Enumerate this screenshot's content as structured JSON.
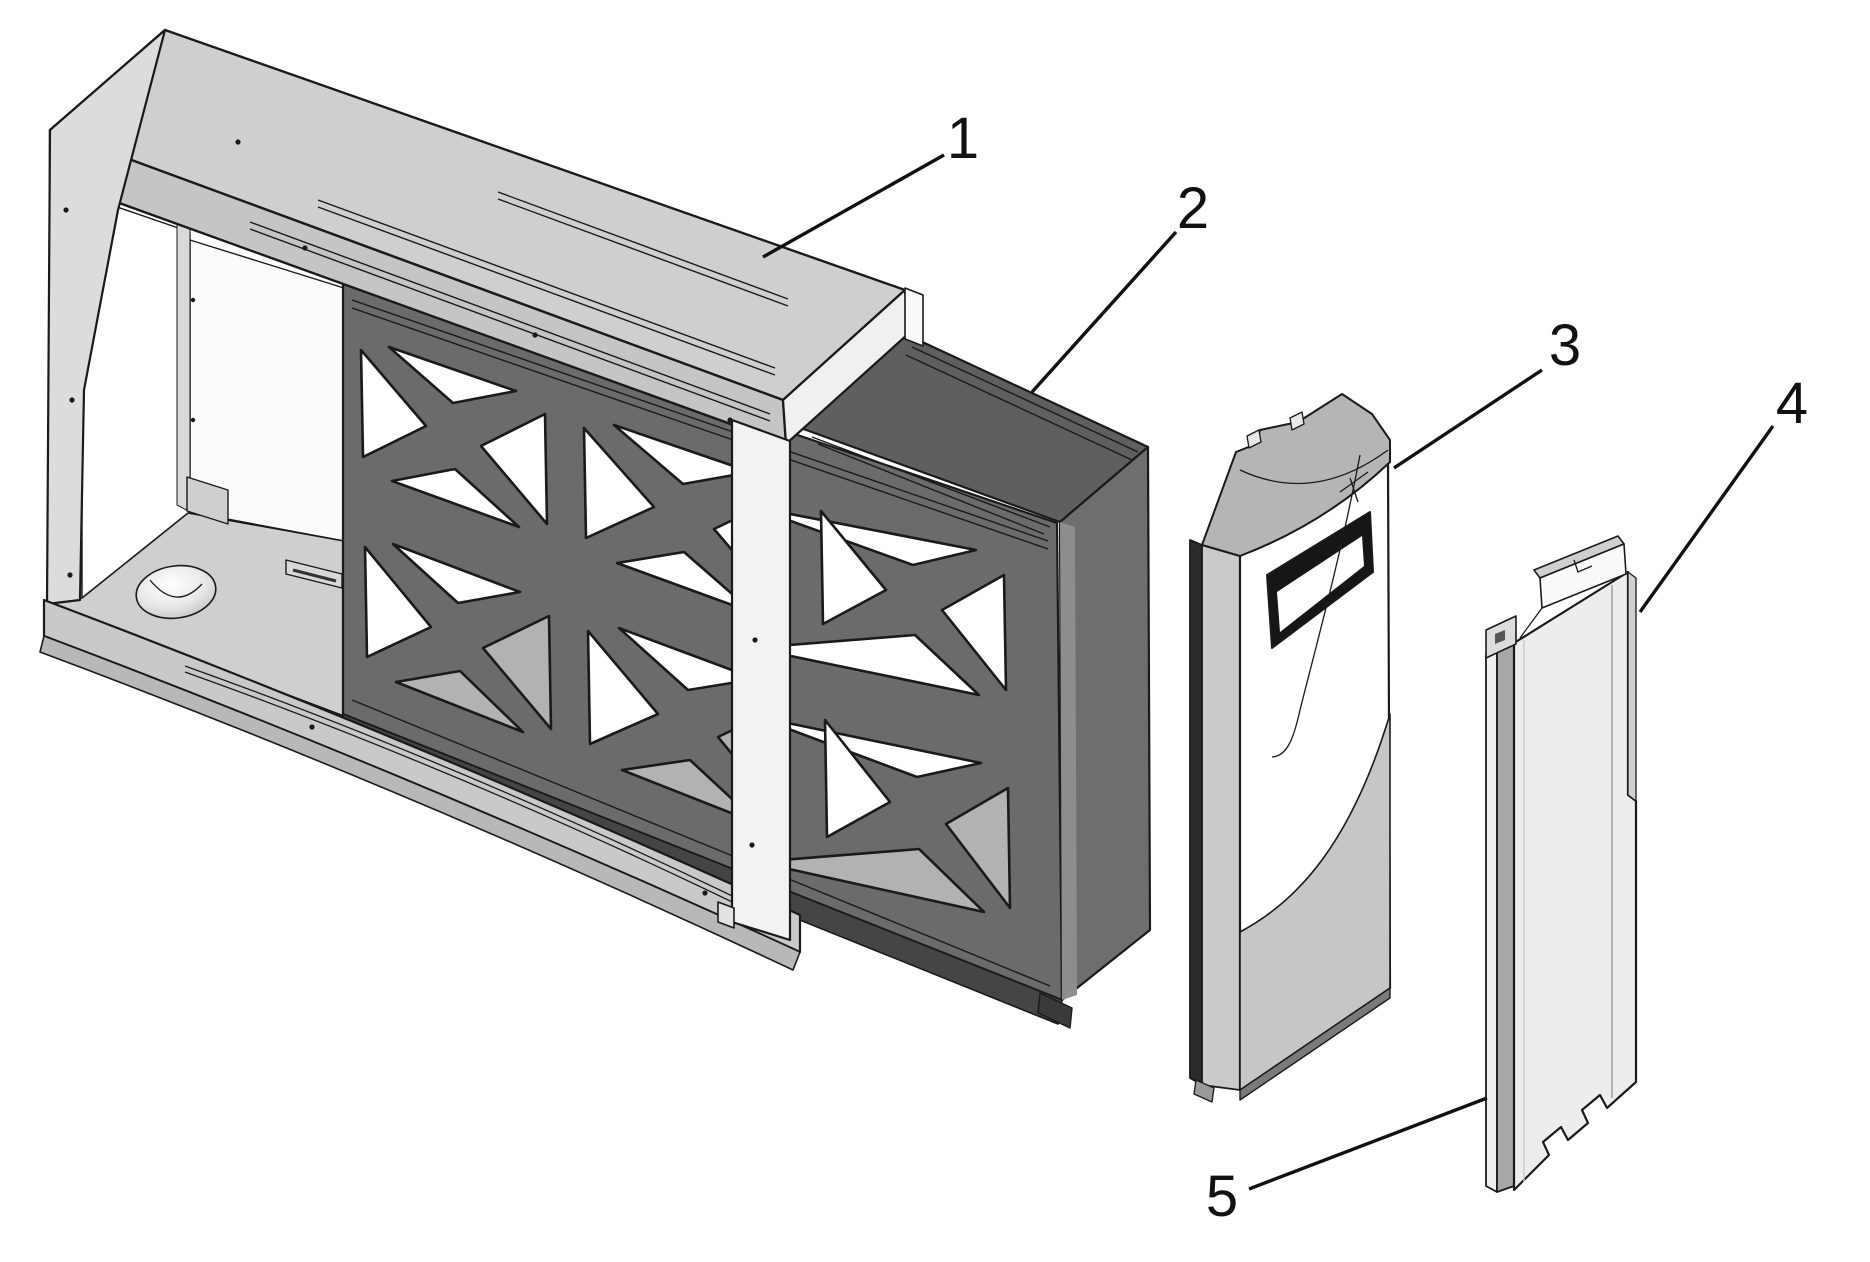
{
  "figure": {
    "kind": "exploded-view technical illustration",
    "background": "#ffffff",
    "line_color": "#1a1a1a"
  },
  "callouts": [
    {
      "label": "1",
      "target": "housing-cabinet"
    },
    {
      "label": "2",
      "target": "x-braced-filter-frame"
    },
    {
      "label": "3",
      "target": "front-door-panel"
    },
    {
      "label": "4",
      "target": "rear-cover-panel"
    },
    {
      "label": "5",
      "target": "edge-seal-strip"
    }
  ],
  "colors": {
    "housing_top": "#cfcfcf",
    "housing_fascia": "#c5c5c5",
    "housing_left": "#dcdcdc",
    "interior_floor": "#cfcfcf",
    "frame_dark": "#6b6b6b",
    "frame_top": "#5f5f5f",
    "frame_inner": "#b2b2b2",
    "door_face": "#ffffff",
    "door_lower": "#c6c6c6",
    "panel_face": "#ededed",
    "seal_strip": "#a8a8a8"
  }
}
